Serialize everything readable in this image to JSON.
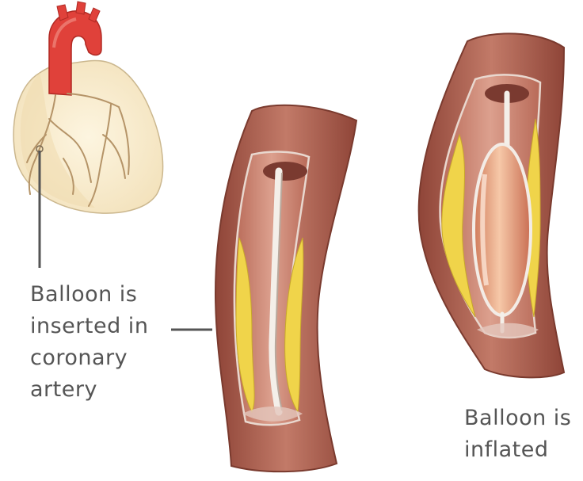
{
  "labels": {
    "inserted": [
      "Balloon is",
      "inserted in",
      "coronary",
      "artery"
    ],
    "inflated": [
      "Balloon is",
      "inflated"
    ]
  },
  "colors": {
    "heart": "#fbefd2",
    "aorta": "#e0413a",
    "artery_wall": "#a65a4c",
    "artery_lumen": "#c98a78",
    "plaque": "#f0d44a",
    "balloon": "#e6a07a",
    "leader_line": "#555555"
  }
}
